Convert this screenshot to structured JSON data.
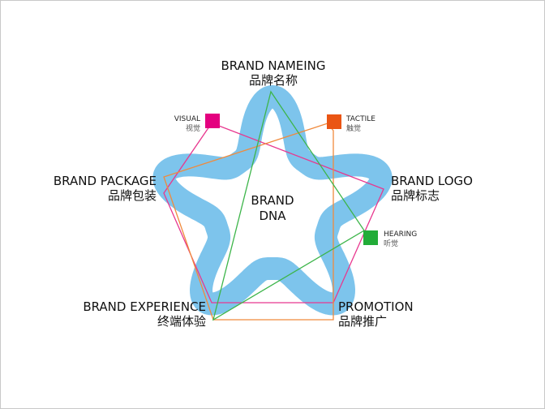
{
  "center": {
    "line1": "BRAND",
    "line2": "DNA"
  },
  "nodes": {
    "naming": {
      "en": "BRAND NAMEING",
      "zh": "品牌名称"
    },
    "package": {
      "en": "BRAND PACKAGE",
      "zh": "品牌包装"
    },
    "logo": {
      "en": "BRAND LOGO",
      "zh": "品牌标志"
    },
    "experience": {
      "en": "BRAND EXPERIENCE",
      "zh": "终端体验"
    },
    "promotion": {
      "en": "PROMOTION",
      "zh": "品牌推广"
    }
  },
  "senses": {
    "visual": {
      "en": "VISUAL",
      "zh": "视觉",
      "color": "#E4007F"
    },
    "tactile": {
      "en": "TACTILE",
      "zh": "触觉",
      "color": "#EA5514"
    },
    "hearing": {
      "en": "HEARING",
      "zh": "听觉",
      "color": "#22AC38"
    }
  },
  "colors": {
    "flower": "#7DC4EC",
    "visual_line": "#E8388F",
    "tactile_line": "#F08A3C",
    "hearing_line": "#3DB54A"
  }
}
